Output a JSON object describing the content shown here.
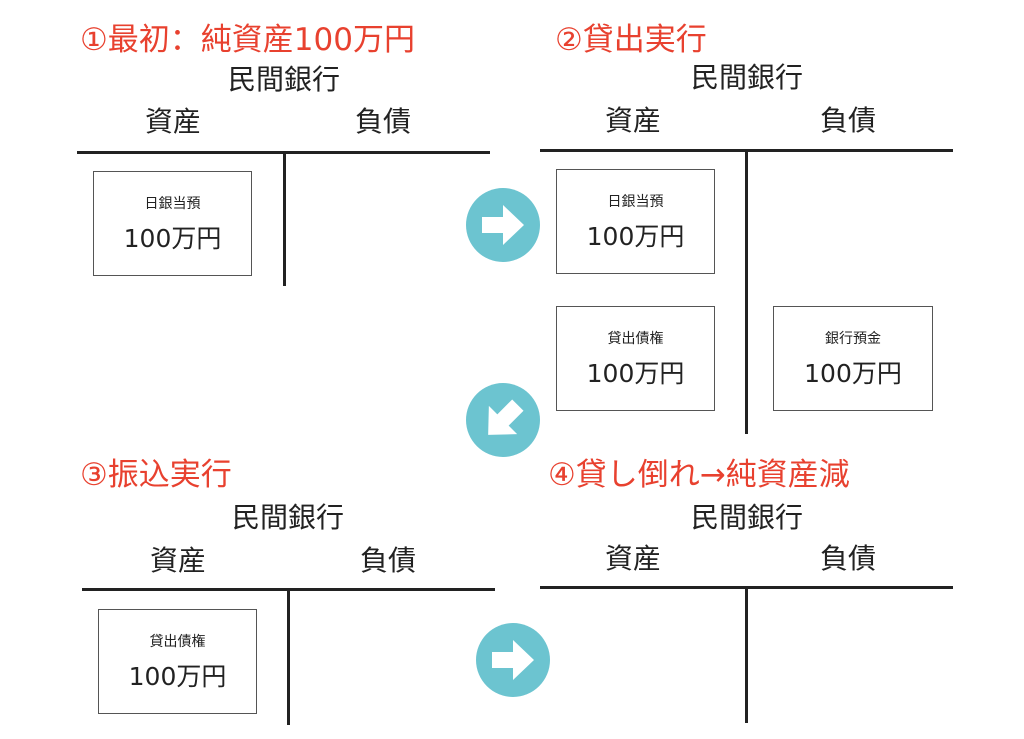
{
  "colors": {
    "title": "#e8412f",
    "arrow": "#6cc4d0"
  },
  "panels": [
    {
      "title": "①最初：純資産100万円",
      "bank": "民間銀行",
      "assets": "資産",
      "liabilities": "負債",
      "boxes": [
        {
          "label": "日銀当預",
          "amount": "100万円"
        }
      ]
    },
    {
      "title": "②貸出実行",
      "bank": "民間銀行",
      "assets": "資産",
      "liabilities": "負債",
      "boxes": [
        {
          "label": "日銀当預",
          "amount": "100万円"
        },
        {
          "label": "貸出債権",
          "amount": "100万円"
        },
        {
          "label": "銀行預金",
          "amount": "100万円"
        }
      ]
    },
    {
      "title": "③振込実行",
      "bank": "民間銀行",
      "assets": "資産",
      "liabilities": "負債",
      "boxes": [
        {
          "label": "貸出債権",
          "amount": "100万円"
        }
      ]
    },
    {
      "title": "④貸し倒れ→純資産減",
      "bank": "民間銀行",
      "assets": "資産",
      "liabilities": "負債",
      "boxes": []
    }
  ],
  "arrows": [
    "arrow-right-icon",
    "arrow-down-left-icon",
    "arrow-right-icon"
  ]
}
